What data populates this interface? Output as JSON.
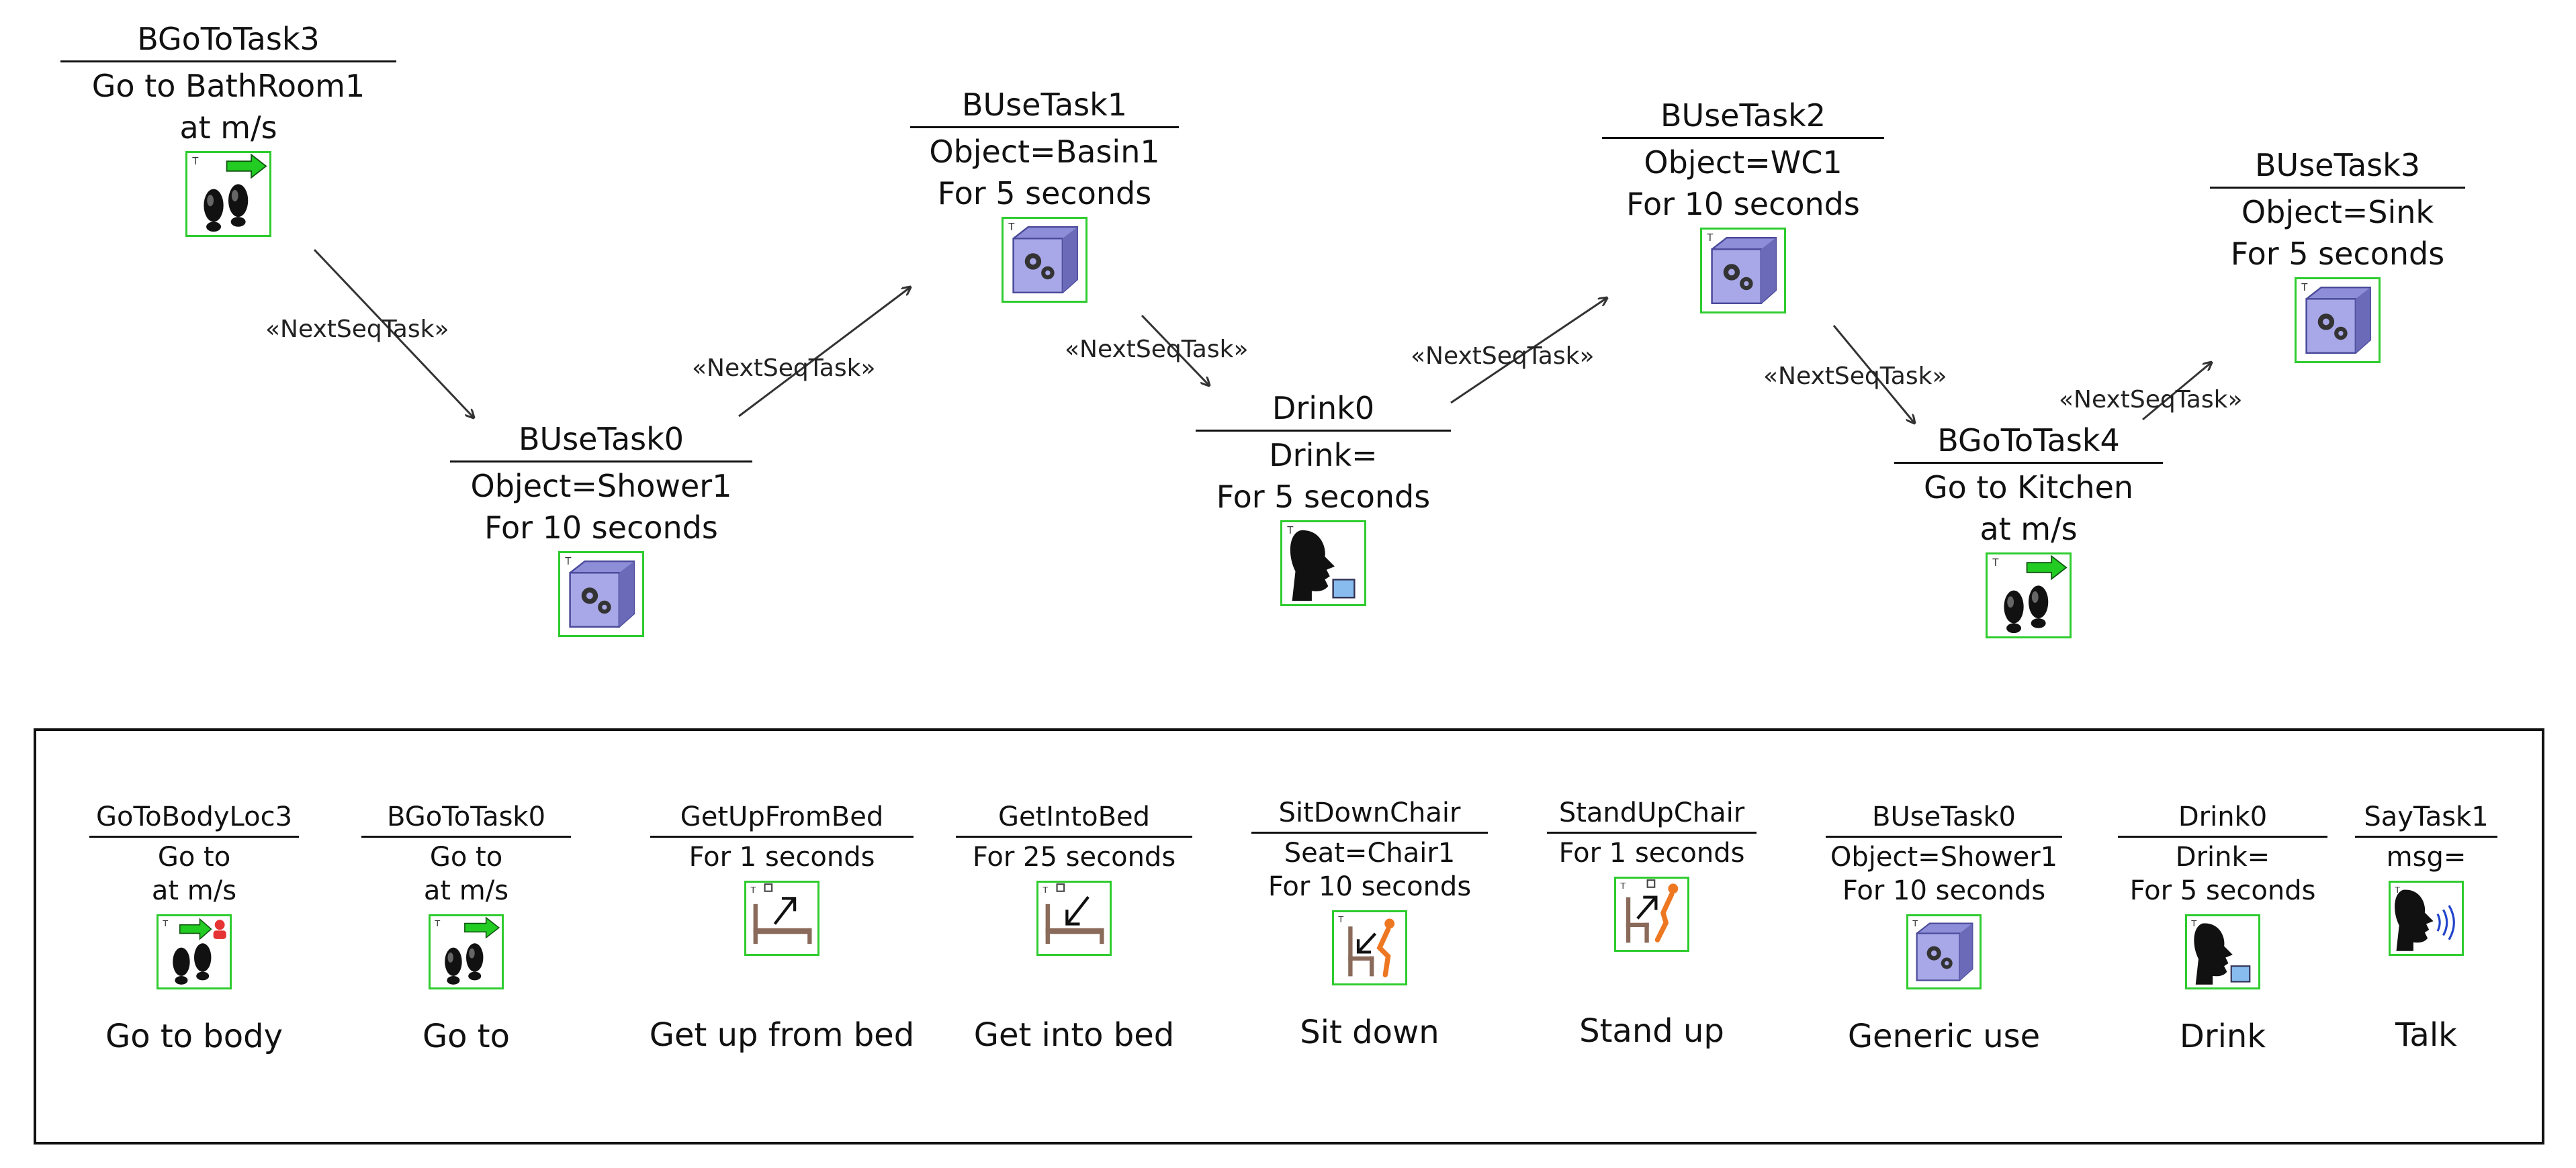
{
  "edge_label": "«NextSeqTask»",
  "tasks": [
    {
      "title": "BGoToTask3",
      "lines": [
        "Go to BathRoom1",
        "at m/s"
      ],
      "icon": "walk-icon"
    },
    {
      "title": "BUseTask0",
      "lines": [
        "Object=Shower1",
        "For 10 seconds"
      ],
      "icon": "generic-use-icon"
    },
    {
      "title": "BUseTask1",
      "lines": [
        "Object=Basin1",
        "For 5 seconds"
      ],
      "icon": "generic-use-icon"
    },
    {
      "title": "Drink0",
      "lines": [
        "Drink=",
        "For 5 seconds"
      ],
      "icon": "drink-icon"
    },
    {
      "title": "BUseTask2",
      "lines": [
        "Object=WC1",
        "For 10 seconds"
      ],
      "icon": "generic-use-icon"
    },
    {
      "title": "BGoToTask4",
      "lines": [
        "Go to Kitchen",
        "at m/s"
      ],
      "icon": "walk-icon"
    },
    {
      "title": "BUseTask3",
      "lines": [
        "Object=Sink",
        "For 5 seconds"
      ],
      "icon": "generic-use-icon"
    }
  ],
  "legend": [
    {
      "title": "GoToBodyLoc3",
      "lines": [
        "Go to",
        "at m/s"
      ],
      "caption": "Go to body",
      "icon": "go-to-body-icon"
    },
    {
      "title": "BGoToTask0",
      "lines": [
        "Go to",
        "at m/s"
      ],
      "caption": "Go to",
      "icon": "walk-icon"
    },
    {
      "title": "GetUpFromBed",
      "lines": [
        "For 1 seconds"
      ],
      "caption": "Get up from bed",
      "icon": "bed-up-icon"
    },
    {
      "title": "GetIntoBed",
      "lines": [
        "For 25 seconds"
      ],
      "caption": "Get into bed",
      "icon": "bed-down-icon"
    },
    {
      "title": "SitDownChair",
      "lines": [
        "Seat=Chair1",
        "For 10 seconds"
      ],
      "caption": "Sit down",
      "icon": "sit-down-icon"
    },
    {
      "title": "StandUpChair",
      "lines": [
        "For 1 seconds"
      ],
      "caption": "Stand up",
      "icon": "stand-up-icon"
    },
    {
      "title": "BUseTask0",
      "lines": [
        "Object=Shower1",
        "For 10 seconds"
      ],
      "caption": "Generic use",
      "icon": "generic-use-icon"
    },
    {
      "title": "Drink0",
      "lines": [
        "Drink=",
        "For 5 seconds"
      ],
      "caption": "Drink",
      "icon": "drink-icon"
    },
    {
      "title": "SayTask1",
      "lines": [
        "msg="
      ],
      "caption": "Talk",
      "icon": "talk-icon"
    }
  ],
  "colors": {
    "icon_border": "#2ecc2e",
    "arrow_green": "#22cc22",
    "box_purple": "#8e8ed8",
    "figure_orange": "#ee7722"
  }
}
